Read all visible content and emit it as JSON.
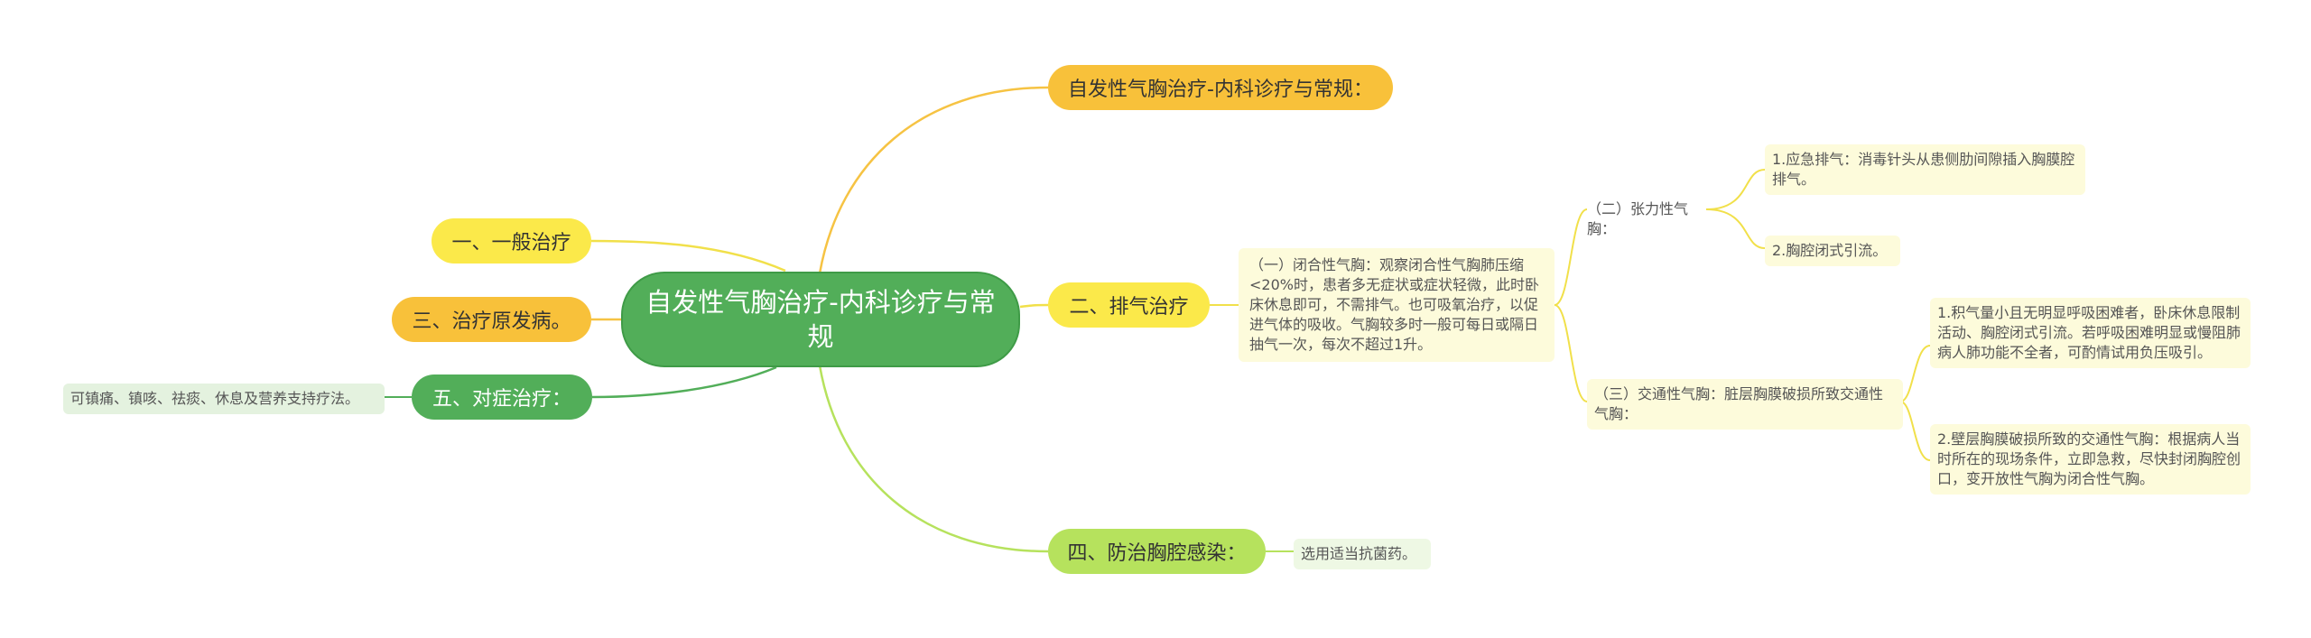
{
  "root": {
    "label": "自发性气胸治疗-内科诊疗与常规"
  },
  "branches": {
    "internal": {
      "label": "自发性气胸治疗-内科诊疗与常规："
    },
    "drainage": {
      "label": "二、排气治疗"
    },
    "infection": {
      "label": "四、防治胸腔感染："
    },
    "general": {
      "label": "一、一般治疗"
    },
    "cause": {
      "label": "三、治疗原发病。"
    },
    "symptom": {
      "label": "五、对症治疗："
    }
  },
  "leaves": {
    "closed": "（一）闭合性气胸：观察闭合性气胸肺压缩<20%时，患者多无症状或症状轻微，此时卧床休息即可，不需排气。也可吸氧治疗，以促进气体的吸收。气胸较多时一般可每日或隔日抽气一次，每次不超过1升。",
    "tension": "（二）张力性气胸：",
    "tension_1": "1.应急排气：消毒针头从患侧肋间隙插入胸膜腔排气。",
    "tension_2": "2.胸腔闭式引流。",
    "open": "（三）交通性气胸：脏层胸膜破损所致交通性气胸：",
    "open_1": "1.积气量小且无明显呼吸困难者，卧床休息限制活动、胸腔闭式引流。若呼吸困难明显或慢阻肺病人肺功能不全者，可酌情试用负压吸引。",
    "open_2": "2.壁层胸膜破损所致的交通性气胸：根据病人当时所在的现场条件，立即急救，尽快封闭胸腔创口，变开放性气胸为闭合性气胸。",
    "antibiotic": "选用适当抗菌药。",
    "symptom_detail": "可镇痛、镇咳、祛痰、休息及营养支持疗法。"
  },
  "colors": {
    "root": "#52ae59",
    "orange": "#f8c13a",
    "yellow": "#fbe94a",
    "lime": "#b6e25d",
    "green": "#52ae59"
  }
}
